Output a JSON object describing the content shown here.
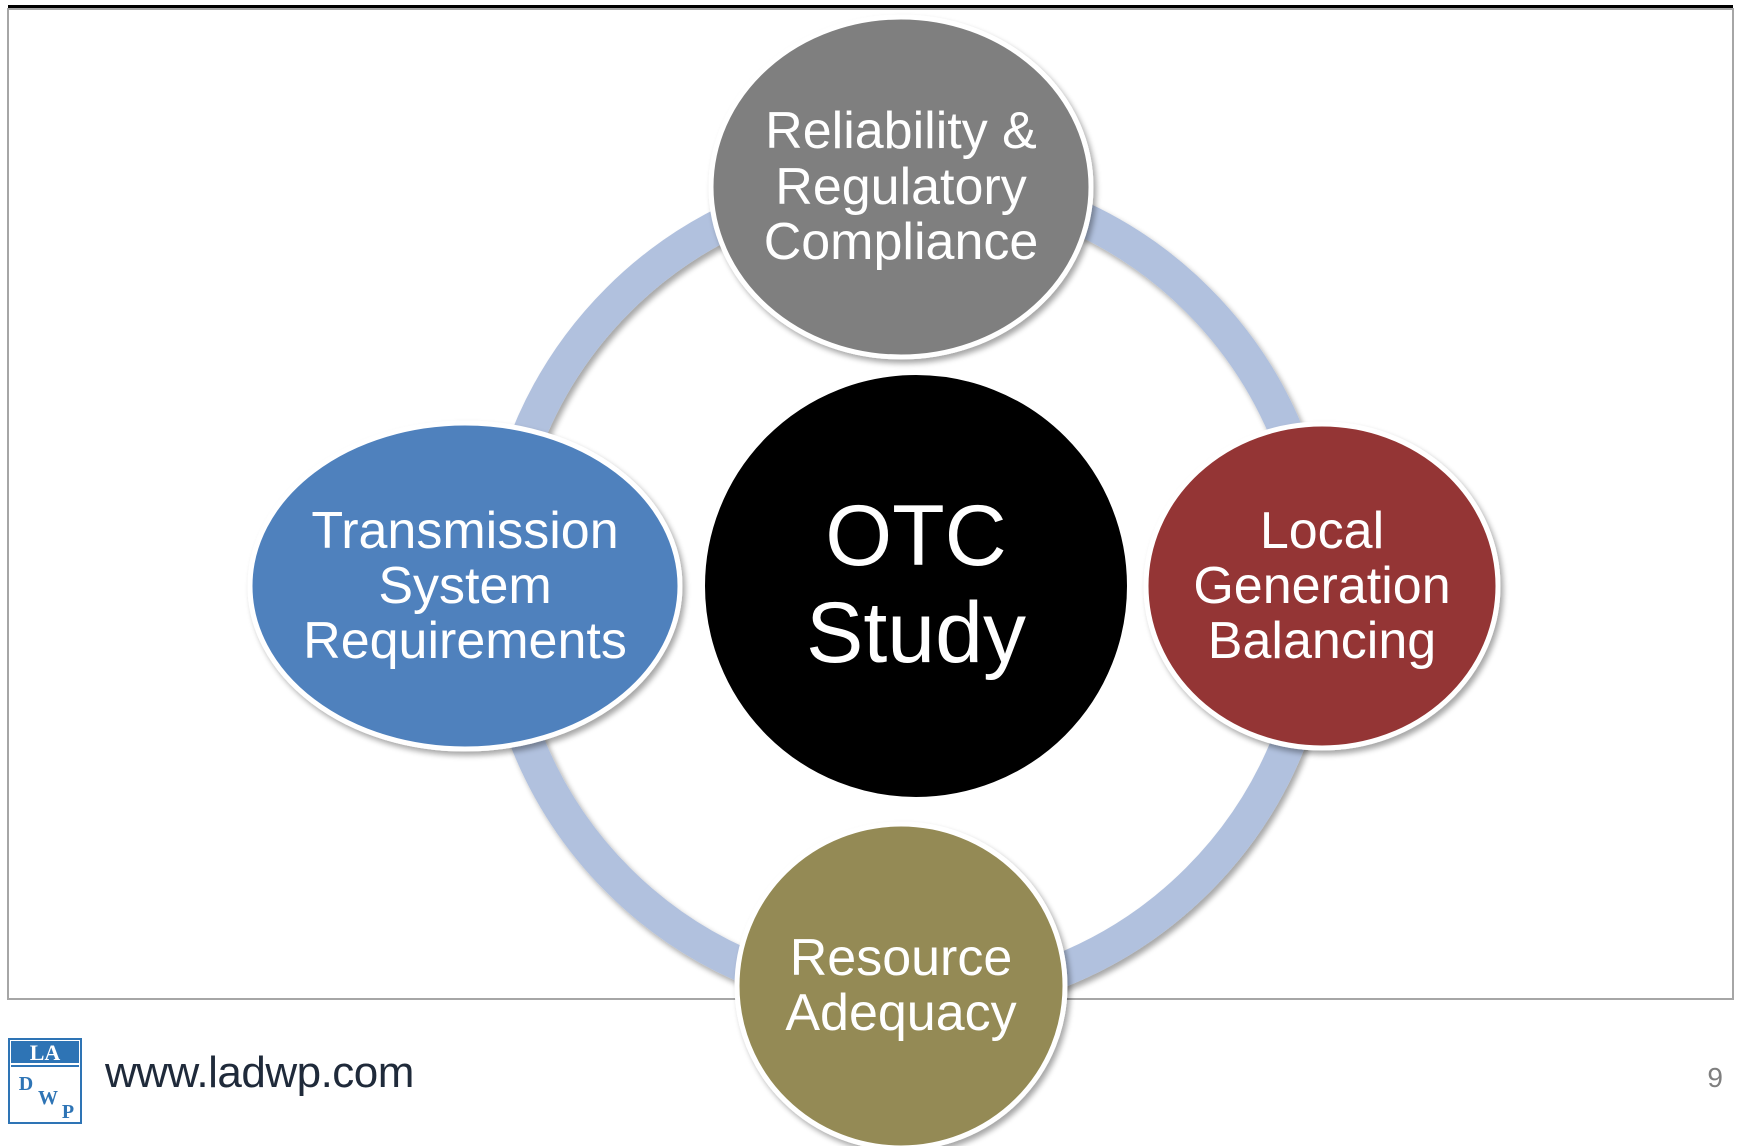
{
  "diagram": {
    "center": {
      "line1": "OTC",
      "line2": "Study",
      "color": "#000000"
    },
    "nodes": [
      {
        "id": "reliability",
        "lines": [
          "Reliability &",
          "Regulatory",
          "Compliance"
        ],
        "color": "#7f7f7f"
      },
      {
        "id": "local-generation",
        "lines": [
          "Local",
          "Generation",
          "Balancing"
        ],
        "color": "#943634"
      },
      {
        "id": "resource-adequacy",
        "lines": [
          "Resource",
          "Adequacy"
        ],
        "color": "#948a54"
      },
      {
        "id": "transmission",
        "lines": [
          "Transmission",
          "System",
          "Requirements"
        ],
        "color": "#4f81bd"
      }
    ],
    "ring_color": "#b1c1de"
  },
  "footer": {
    "logo_text": "LADWP",
    "url": "www.ladwp.com",
    "page_number": "9"
  }
}
